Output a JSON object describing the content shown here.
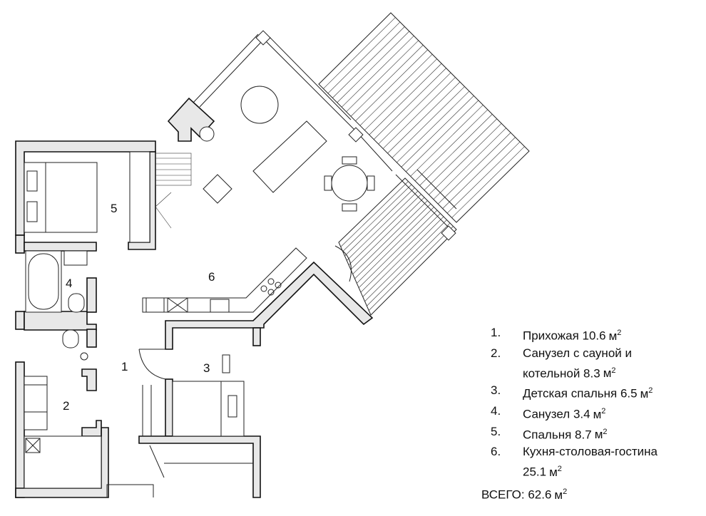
{
  "rooms": [
    {
      "num": "1",
      "name": "Прихожая",
      "area": "10.6",
      "unit": "м",
      "exp": "2"
    },
    {
      "num": "2",
      "name_line1": "Санузел с сауной и",
      "name_line2": "котельной",
      "area": "8.3",
      "unit": "м",
      "exp": "2"
    },
    {
      "num": "3",
      "name": "Детская спальня",
      "area": "6.5",
      "unit": "м",
      "exp": "2"
    },
    {
      "num": "4",
      "name": "Санузел",
      "area": "3.4",
      "unit": "м",
      "exp": "2"
    },
    {
      "num": "5",
      "name": "Спальня",
      "area": "8.7",
      "unit": "м",
      "exp": "2"
    },
    {
      "num": "6",
      "name": "Кухня-столовая-гостина",
      "area_line": "25.1",
      "unit": "м",
      "exp": "2"
    }
  ],
  "plan_labels": {
    "r1": "1",
    "r2": "2",
    "r3": "3",
    "r4": "4",
    "r5": "5",
    "r6": "6"
  },
  "legend_markers": [
    "1.",
    "2.",
    "3.",
    "4.",
    "5.",
    "6."
  ],
  "total": {
    "label": "ВСЕГО:",
    "value": "62.6",
    "unit": "м",
    "exp": "2"
  }
}
